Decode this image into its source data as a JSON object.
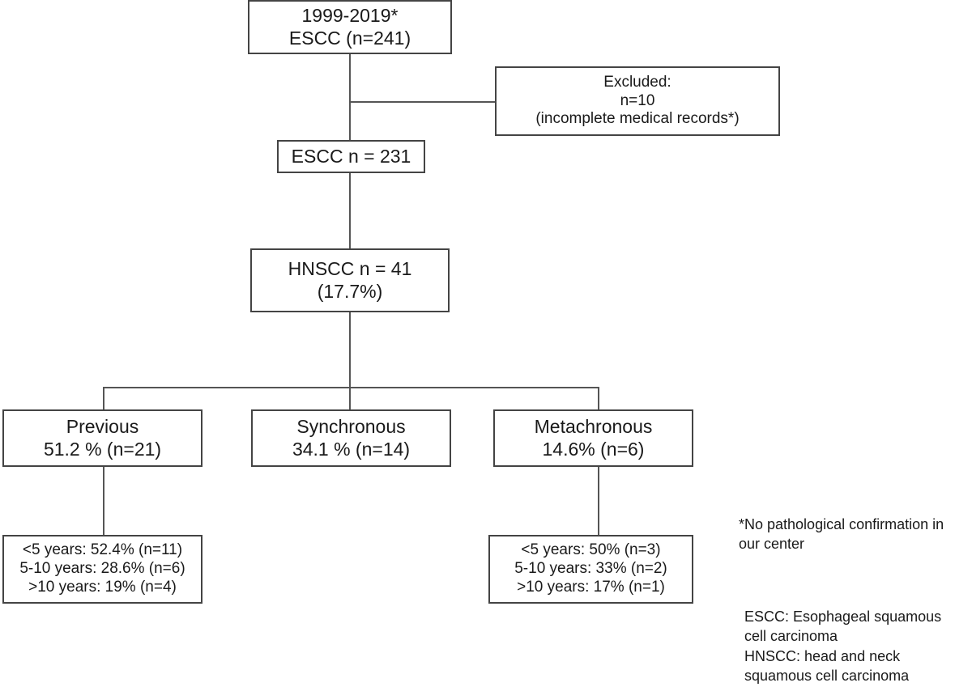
{
  "start": {
    "line1": "1999-2019*",
    "line2": "ESCC (n=241)"
  },
  "excluded": {
    "line1": "Excluded:",
    "line2": "n=10",
    "line3": "(incomplete medical records*)"
  },
  "escc": {
    "label": "ESCC n = 231"
  },
  "hnscc": {
    "line1": "HNSCC n = 41",
    "line2": "(17.7%)"
  },
  "previous": {
    "line1": "Previous",
    "line2": "51.2 % (n=21)"
  },
  "synchronous": {
    "line1": "Synchronous",
    "line2": "34.1 % (n=14)"
  },
  "metachronous": {
    "line1": "Metachronous",
    "line2": "14.6% (n=6)"
  },
  "previous_detail": {
    "line1": "<5 years: 52.4% (n=11)",
    "line2": "5-10 years: 28.6% (n=6)",
    "line3": ">10 years: 19% (n=4)"
  },
  "metachronous_detail": {
    "line1": "<5 years: 50% (n=3)",
    "line2": "5-10 years: 33% (n=2)",
    "line3": ">10 years: 17% (n=1)"
  },
  "footnote": {
    "line1": "*No pathological confirmation in",
    "line2": "our center"
  },
  "abbreviations": {
    "line1": "ESCC: Esophageal squamous",
    "line2": "cell carcinoma",
    "line3": "HNSCC: head and neck",
    "line4": "squamous cell carcinoma"
  }
}
